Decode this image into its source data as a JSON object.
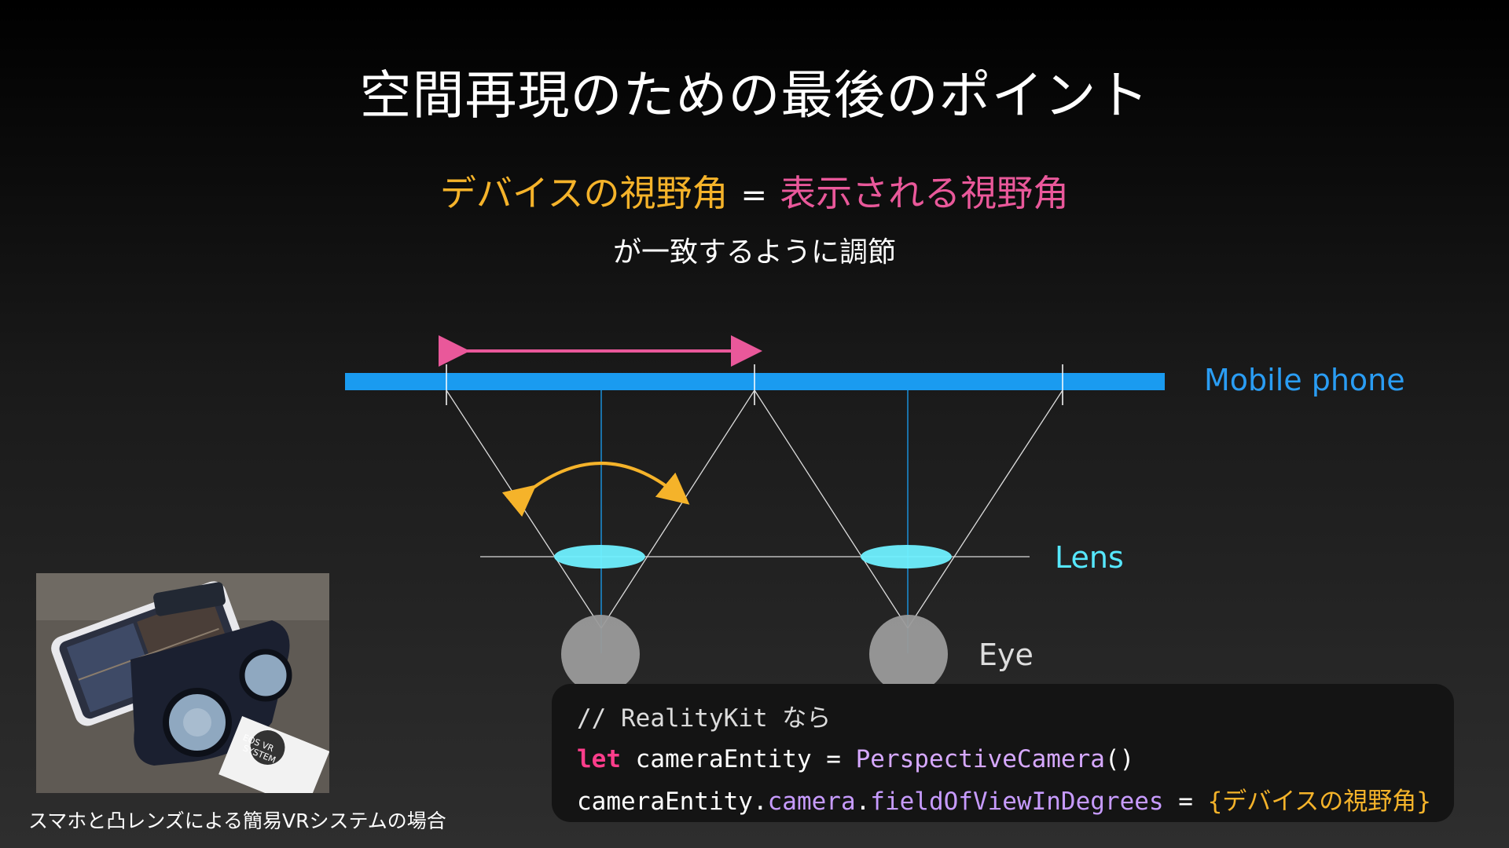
{
  "slide": {
    "title": "空間再現のための最後のポイント",
    "formula_lhs": "デバイスの視野角",
    "formula_eq": "=",
    "formula_rhs": "表示される視野角",
    "subtitle": "が一致するように調節"
  },
  "diagram": {
    "label_phone": "Mobile phone",
    "label_lens": "Lens",
    "label_eye": "Eye"
  },
  "photo": {
    "box_text_1": "EOS VR",
    "box_text_2": "SYSTEM",
    "caption": "スマホと凸レンズによる簡易VRシステムの場合"
  },
  "code": {
    "comment": "// RealityKit なら",
    "kw_let": "let",
    "line2_rest": " cameraEntity = ",
    "line2_type": "PerspectiveCamera",
    "line2_end": "()",
    "line3_obj": "cameraEntity.",
    "line3_prop1": "camera",
    "line3_dot": ".",
    "line3_prop2": "fieldOfViewInDegrees",
    "line3_eq": " = ",
    "line3_placeholder": "{デバイスの視野角}"
  },
  "colors": {
    "device_fov": "#f5b32a",
    "display_fov": "#e9589a",
    "phone": "#1a9bf0",
    "lens": "#6ff0ff"
  }
}
